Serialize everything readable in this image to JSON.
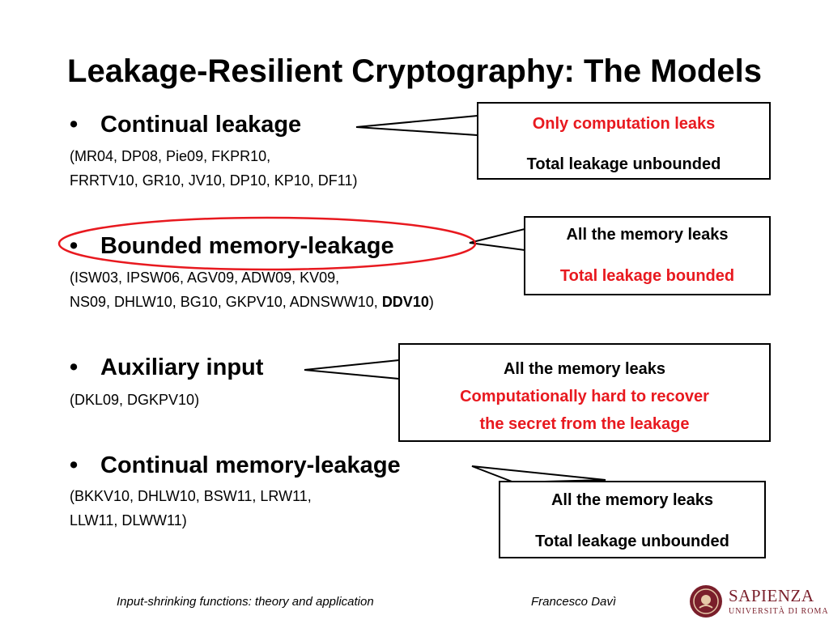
{
  "title": "Leakage-Resilient Cryptography: The Models",
  "bullet_glyph": "•",
  "models": [
    {
      "heading": "Continual leakage",
      "cite_lines": [
        "(MR04, DP08, Pie09, FKPR10,",
        "FRRTV10, GR10, JV10, DP10, KP10, DF11)"
      ],
      "callout": [
        {
          "text": "Only computation leaks",
          "color": "red"
        },
        {
          "text": "Total leakage unbounded",
          "color": "black"
        }
      ]
    },
    {
      "heading": "Bounded memory-leakage",
      "highlighted": true,
      "cite_lines": [
        "(ISW03, IPSW06, AGV09, ADW09, KV09,",
        "NS09, DHLW10, BG10, GKPV10, ADNSWW10, "
      ],
      "cite_bold": "DDV10",
      "cite_end": ")",
      "callout": [
        {
          "text": "All the memory leaks",
          "color": "black"
        },
        {
          "text": "Total leakage bounded",
          "color": "red"
        }
      ]
    },
    {
      "heading": "Auxiliary input",
      "cite_lines": [
        "(DKL09, DGKPV10)"
      ],
      "callout": [
        {
          "text": "All the memory leaks",
          "color": "black"
        },
        {
          "text": "Computationally hard to recover",
          "color": "red"
        },
        {
          "text": "the secret from the leakage",
          "color": "red"
        }
      ]
    },
    {
      "heading": "Continual memory-leakage",
      "cite_lines": [
        "(BKKV10, DHLW10, BSW11, LRW11,",
        "LLW11, DLWW11)"
      ],
      "callout": [
        {
          "text": "All the memory leaks",
          "color": "black"
        },
        {
          "text": "Total leakage unbounded",
          "color": "black"
        }
      ]
    }
  ],
  "footer": {
    "left": "Input-shrinking functions: theory and application",
    "right": "Francesco Davì"
  },
  "logo": {
    "name": "SAPIENZA",
    "subtitle": "UNIVERSITÀ DI ROMA",
    "icon": "university-seal-icon"
  },
  "colors": {
    "accent_red": "#e8191f",
    "logo_maroon": "#7a1f2b"
  }
}
